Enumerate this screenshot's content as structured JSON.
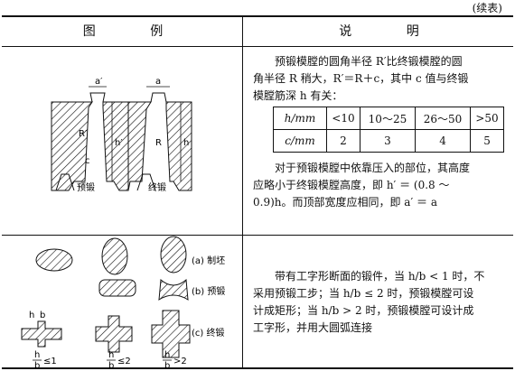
{
  "continued_label": "(续表)",
  "header": {
    "left": "图 例",
    "right": "说 明"
  },
  "row1": {
    "text1": [
      "预锻模膛的圆角半径 R′比终锻模膛的圆",
      "角半径 R 稍大，R′＝R＋c，其中 c 值与终锻",
      "模膛筋深 h 有关："
    ],
    "table": {
      "row_h": [
        "h/mm",
        "<10",
        "10～25",
        "26～50",
        ">50"
      ],
      "row_c": [
        "c/mm",
        "2",
        "3",
        "4",
        "5"
      ]
    },
    "text2": [
      "对于预锻模膛中依靠压入的部位，其高度",
      "应略小于终锻模膛高度，即 h′ ＝ (0.8 ～",
      "0.9)h。而顶部宽度应相同，即 a′ ＝ a"
    ],
    "figure_labels": {
      "pre": "预锻",
      "final": "终锻",
      "a_prime": "a′",
      "a": "a",
      "h_prime": "h′",
      "h": "h",
      "c": "c",
      "R_prime": "R′",
      "R": "R"
    }
  },
  "row2": {
    "text": [
      "带有工字形断面的锻件，当 h/b < 1 时，不",
      "采用预锻工步；当 h/b ≤ 2 时，预锻模膛可设",
      "计成矩形；当 h/b > 2 时，预锻模膛可设计成",
      "工字形，并用大圆弧连接"
    ],
    "figure_labels": {
      "blank": "(a) 制坯",
      "preforge": "(b) 预锻",
      "finalforge": "(c) 终锻",
      "cond1": "≤1",
      "cond2": "≤2",
      "cond3": ">2",
      "hb_num": "h",
      "hb_den": "b",
      "dim_h": "h",
      "dim_b": "b"
    }
  }
}
